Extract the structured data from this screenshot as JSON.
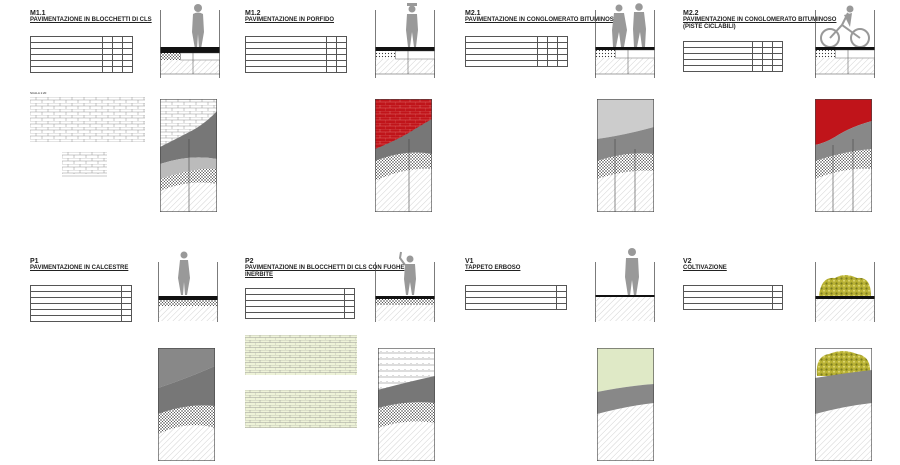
{
  "panels": {
    "m11": {
      "code": "M1.1",
      "title": "PAVIMENTAZIONE IN BLOCCHETTI DI CLS",
      "note": "SCALA 1:20",
      "rows": [
        "",
        "",
        "",
        "",
        "",
        ""
      ]
    },
    "m12": {
      "code": "M1.2",
      "title": "PAVIMENTAZIONE IN PORFIDO",
      "rows": [
        "",
        "",
        "",
        "",
        "",
        ""
      ]
    },
    "m21": {
      "code": "M2.1",
      "title": "PAVIMENTAZIONE IN CONGLOMERATO BITUMINOSO",
      "rows": [
        "",
        "",
        "",
        "",
        ""
      ]
    },
    "m22": {
      "code": "M2.2",
      "title": "PAVIMENTAZIONE IN CONGLOMERATO BITUMINOSO",
      "subtitle": "(PISTE CICLABILI)",
      "rows": [
        "",
        "",
        "",
        "",
        ""
      ]
    },
    "p1": {
      "code": "P1",
      "title": "PAVIMENTAZIONE IN CALCESTRE",
      "rows": [
        "",
        "",
        "",
        "",
        "",
        ""
      ]
    },
    "p2": {
      "code": "P2",
      "title": "PAVIMENTAZIONE IN BLOCCHETTI DI CLS CON FUGHE",
      "subtitle": "INERBITE",
      "rows": [
        "",
        "",
        "",
        "",
        ""
      ]
    },
    "v1": {
      "code": "V1",
      "title": "TAPPETO ERBOSO",
      "rows": [
        "",
        "",
        "",
        ""
      ]
    },
    "v2": {
      "code": "V2",
      "title": "COLTIVAZIONE",
      "rows": [
        "",
        "",
        "",
        ""
      ]
    }
  },
  "colors": {
    "red": "#c0141a",
    "green": "#dfe9c6",
    "dark_gray": "#777777",
    "mid_gray": "#9a9a9a",
    "light_gray": "#dddddd",
    "hatch": "#bdbdbd",
    "foliage": "#b9b234"
  },
  "figures": {
    "woman": "standing-woman-icon",
    "man": "standing-man-icon",
    "couple": "walking-couple-icon",
    "cyclist": "cyclist-icon",
    "waving": "waving-man-icon",
    "man2": "standing-man-icon"
  }
}
